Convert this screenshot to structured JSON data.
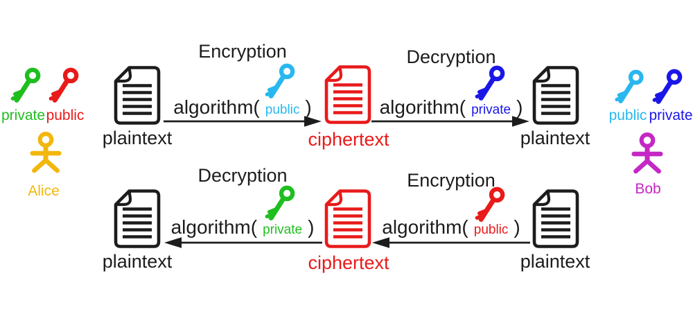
{
  "palette": {
    "black": "#1c1c1c",
    "red": "#e81a1a",
    "green": "#1fbe1f",
    "cyan": "#29b7ef",
    "blue": "#1b16e8",
    "gold": "#f2b70d",
    "magenta": "#c428c4"
  },
  "actors": {
    "alice": {
      "name": "Alice",
      "keys": [
        {
          "label": "private",
          "color": "#1fbe1f"
        },
        {
          "label": "public",
          "color": "#e81a1a"
        }
      ]
    },
    "bob": {
      "name": "Bob",
      "keys": [
        {
          "label": "public",
          "color": "#29b7ef"
        },
        {
          "label": "private",
          "color": "#1b16e8"
        }
      ]
    }
  },
  "top_flow": {
    "source_label": "plaintext",
    "encryption": {
      "title": "Encryption",
      "fn": "algorithm(",
      "arg": "public",
      "close": ")"
    },
    "cipher_label": "ciphertext",
    "decryption": {
      "title": "Decryption",
      "fn": "algorithm(",
      "arg": "private",
      "close": ")"
    },
    "dest_label": "plaintext"
  },
  "bottom_flow": {
    "dest_label": "plaintext",
    "decryption": {
      "title": "Decryption",
      "fn": "algorithm(",
      "arg": "private",
      "close": ")"
    },
    "cipher_label": "ciphertext",
    "encryption": {
      "title": "Encryption",
      "fn": "algorithm(",
      "arg": "public",
      "close": ")"
    },
    "source_label": "plaintext"
  }
}
